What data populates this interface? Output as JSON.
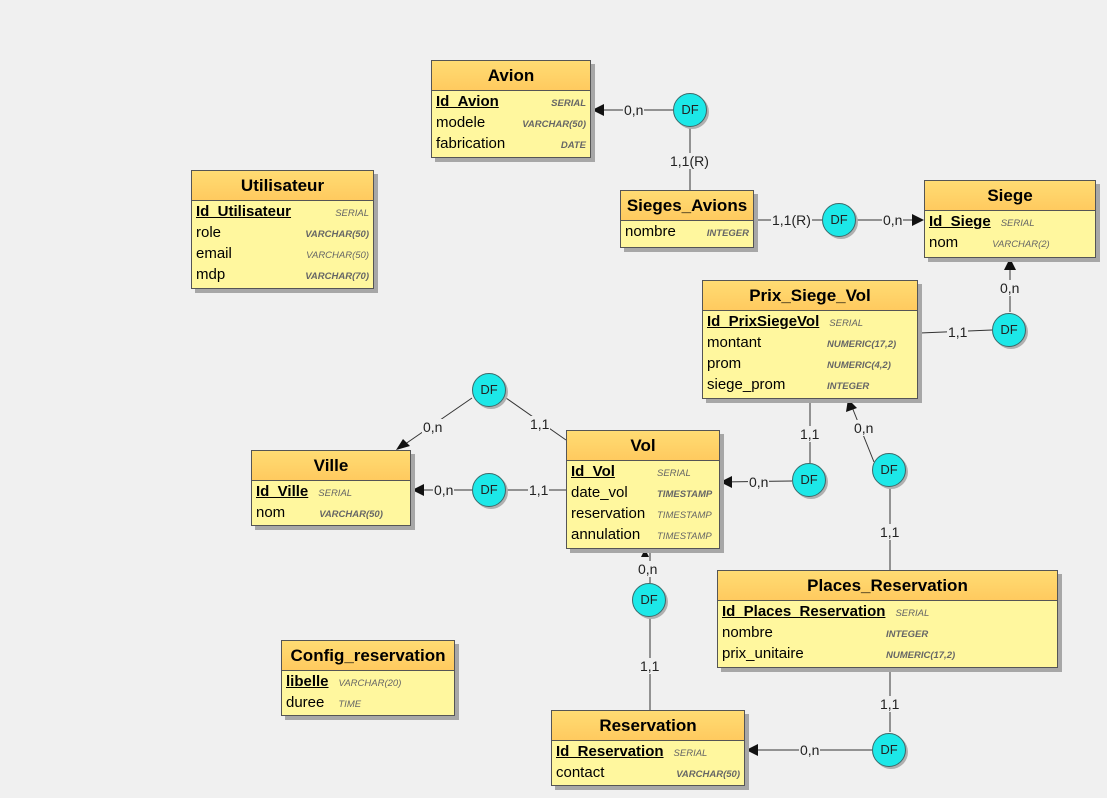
{
  "entities": {
    "avion": {
      "title": "Avion",
      "attrs": [
        {
          "name": "Id_Avion",
          "type": "SERIAL"
        },
        {
          "name": "modele",
          "type": "VARCHAR(50)"
        },
        {
          "name": "fabrication",
          "type": "DATE"
        }
      ]
    },
    "utilisateur": {
      "title": "Utilisateur",
      "attrs": [
        {
          "name": "Id_Utilisateur",
          "type": "SERIAL"
        },
        {
          "name": "role",
          "type": "VARCHAR(50)"
        },
        {
          "name": "email",
          "type": "VARCHAR(50)"
        },
        {
          "name": "mdp",
          "type": "VARCHAR(70)"
        }
      ]
    },
    "sieges_avions": {
      "title": "Sieges_Avions",
      "attrs": [
        {
          "name": "nombre",
          "type": "INTEGER"
        }
      ]
    },
    "siege": {
      "title": "Siege",
      "attrs": [
        {
          "name": "Id_Siege",
          "type": "SERIAL"
        },
        {
          "name": "nom",
          "type": "VARCHAR(2)"
        }
      ]
    },
    "prix_siege_vol": {
      "title": "Prix_Siege_Vol",
      "attrs": [
        {
          "name": "Id_PrixSiegeVol",
          "type": "SERIAL"
        },
        {
          "name": "montant",
          "type": "NUMERIC(17,2)"
        },
        {
          "name": "prom",
          "type": "NUMERIC(4,2)"
        },
        {
          "name": "siege_prom",
          "type": "INTEGER"
        }
      ]
    },
    "ville": {
      "title": "Ville",
      "attrs": [
        {
          "name": "Id_Ville",
          "type": "SERIAL"
        },
        {
          "name": "nom",
          "type": "VARCHAR(50)"
        }
      ]
    },
    "vol": {
      "title": "Vol",
      "attrs": [
        {
          "name": "Id_Vol",
          "type": "SERIAL"
        },
        {
          "name": "date_vol",
          "type": "TIMESTAMP"
        },
        {
          "name": "reservation",
          "type": "TIMESTAMP"
        },
        {
          "name": "annulation",
          "type": "TIMESTAMP"
        }
      ]
    },
    "places_reservation": {
      "title": "Places_Reservation",
      "attrs": [
        {
          "name": "Id_Places_Reservation",
          "type": "SERIAL"
        },
        {
          "name": "nombre",
          "type": "INTEGER"
        },
        {
          "name": "prix_unitaire",
          "type": "NUMERIC(17,2)"
        }
      ]
    },
    "config_reservation": {
      "title": "Config_reservation",
      "attrs": [
        {
          "name": "libelle",
          "type": "VARCHAR(20)"
        },
        {
          "name": "duree",
          "type": "TIME"
        }
      ]
    },
    "reservation": {
      "title": "Reservation",
      "attrs": [
        {
          "name": "Id_Reservation",
          "type": "SERIAL"
        },
        {
          "name": "contact",
          "type": "VARCHAR(50)"
        }
      ]
    }
  },
  "associations": {
    "df_avion": "DF",
    "df_siege": "DF",
    "df_prix_siege": "DF",
    "df_ville_top": "DF",
    "df_ville": "DF",
    "df_vol_prix": "DF",
    "df_places_prix": "DF",
    "df_reservation_vol": "DF",
    "df_places_reservation": "DF"
  },
  "cardinalities": {
    "avion_0n": "0,n",
    "sieges_avions_avion": "1,1(R)",
    "sieges_avions_siege": "1,1(R)",
    "siege_0n": "0,n",
    "siege_0n_vertical": "0,n",
    "prix_siege_11": "1,1",
    "ville_top_0n": "0,n",
    "vol_top_11": "1,1",
    "ville_0n": "0,n",
    "vol_11": "1,1",
    "prix_vol_11": "1,1",
    "vol_0n": "0,n",
    "prix_0n": "0,n",
    "places_11": "1,1",
    "vol_0n_bottom": "0,n",
    "reservation_11": "1,1",
    "places_11_bottom": "1,1",
    "reservation_0n": "0,n"
  }
}
